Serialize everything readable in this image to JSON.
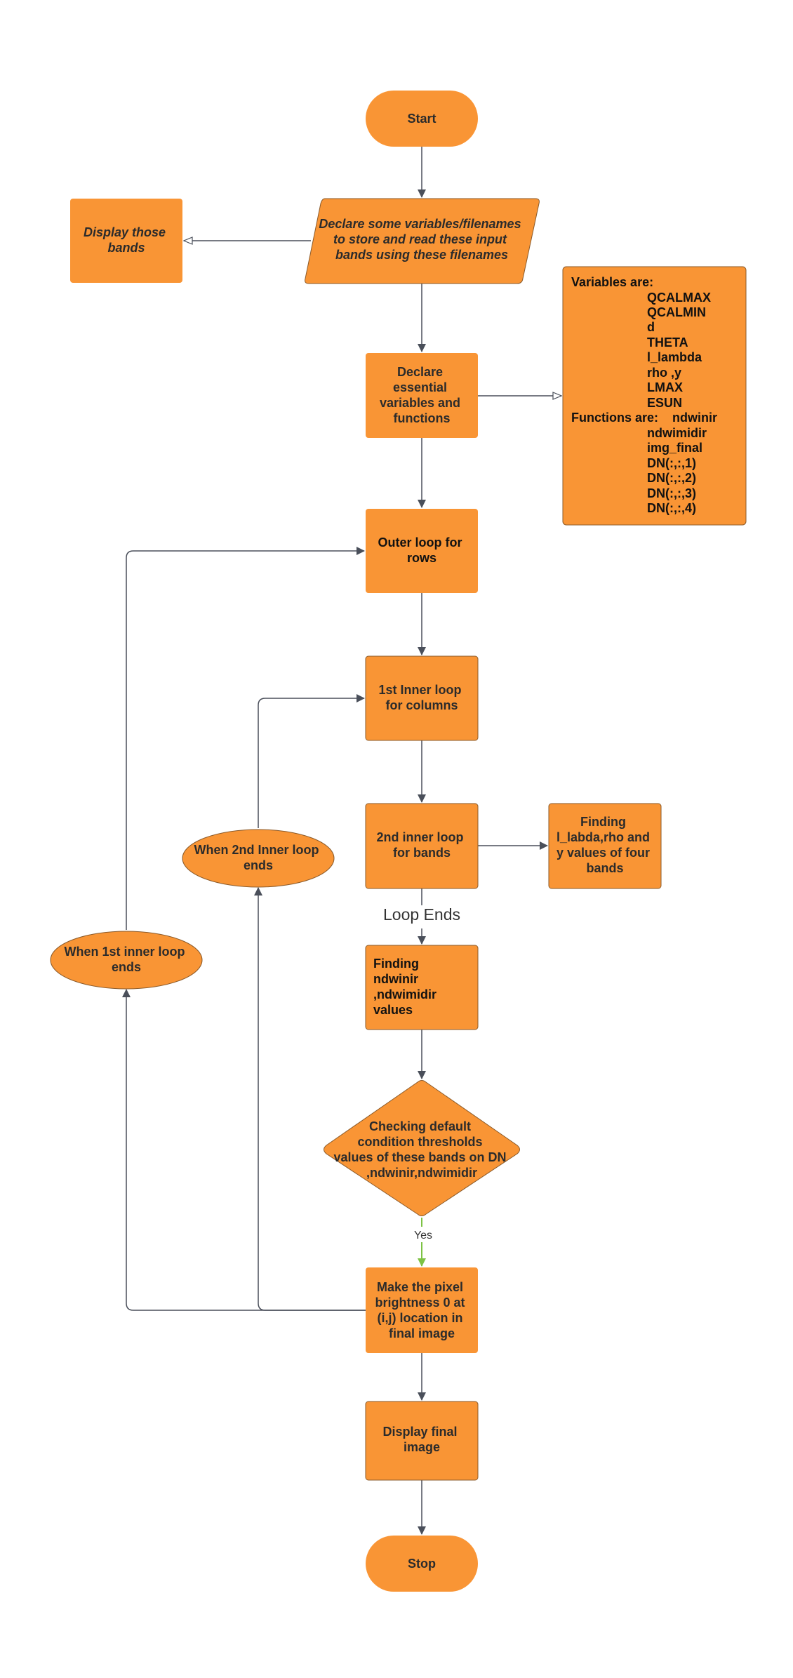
{
  "colors": {
    "node_fill": "#F99535",
    "node_stroke": "#8a5a2a",
    "edge": "#4a4f5a",
    "yes_edge": "#7dc244",
    "background": "#ffffff"
  },
  "nodes": {
    "start": "Start",
    "declare_files": [
      "Declare some variables/filenames",
      "to store  and read these input",
      "bands using these filenames"
    ],
    "display_bands": [
      "Display those",
      "bands"
    ],
    "declare_vars": [
      "Declare",
      "essential",
      "variables  and",
      "functions"
    ],
    "variables_box": {
      "variables_label": "Variables are:",
      "variables": [
        "QCALMAX",
        "QCALMIN",
        "d",
        "THETA",
        "l_lambda",
        "rho ,y",
        "LMAX",
        "ESUN"
      ],
      "functions_label": "Functions are:",
      "functions": [
        "ndwinir",
        "ndwimidir",
        "img_final",
        "DN(:,:,1)",
        "DN(:,:,2)",
        "DN(:,:,3)",
        "DN(:,:,4)"
      ]
    },
    "outer_loop": [
      "Outer loop for",
      "rows"
    ],
    "inner_loop_1": [
      "1st Inner loop",
      "for columns"
    ],
    "inner_loop_2": [
      "2nd inner loop",
      "for bands"
    ],
    "finding_values": [
      "Finding",
      "l_labda,rho and",
      "y values of four",
      "bands"
    ],
    "when_2nd_ends": [
      "When 2nd Inner loop",
      "ends"
    ],
    "when_1st_ends": [
      "When 1st inner loop",
      "ends"
    ],
    "finding_ndwi": [
      "Finding",
      "ndwinir",
      ",ndwimidir",
      "values"
    ],
    "checking": [
      "Checking default",
      "condition  thresholds",
      "values of these bands on DN",
      ",ndwinir,ndwimidir"
    ],
    "make_pixel": [
      "Make the pixel",
      "brightness 0 at",
      "(i,j) location in",
      "final image"
    ],
    "display_final": [
      "Display final",
      "image"
    ],
    "stop": "Stop"
  },
  "edge_labels": {
    "loop_ends": "Loop Ends",
    "yes": "Yes"
  }
}
